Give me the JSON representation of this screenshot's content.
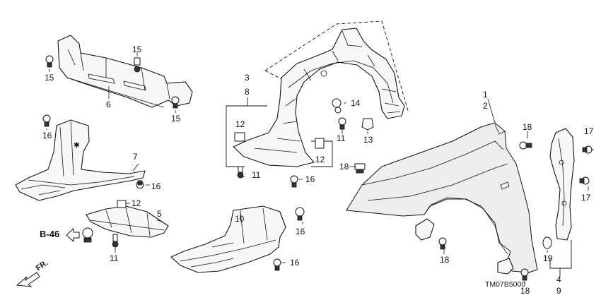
{
  "callouts": {
    "c1": "1",
    "c2": "2",
    "c3": "3",
    "c4": "4",
    "c5": "5",
    "c6": "6",
    "c7": "7",
    "c8": "8",
    "c9": "9",
    "c10": "10",
    "c11": "11",
    "c12": "12",
    "c13": "13",
    "c14": "14",
    "c15": "15",
    "c16": "16",
    "c17": "17",
    "c18": "18",
    "c19": "19"
  },
  "reference": "B-46",
  "direction": "FR.",
  "diagram_code": "TM07B5000"
}
